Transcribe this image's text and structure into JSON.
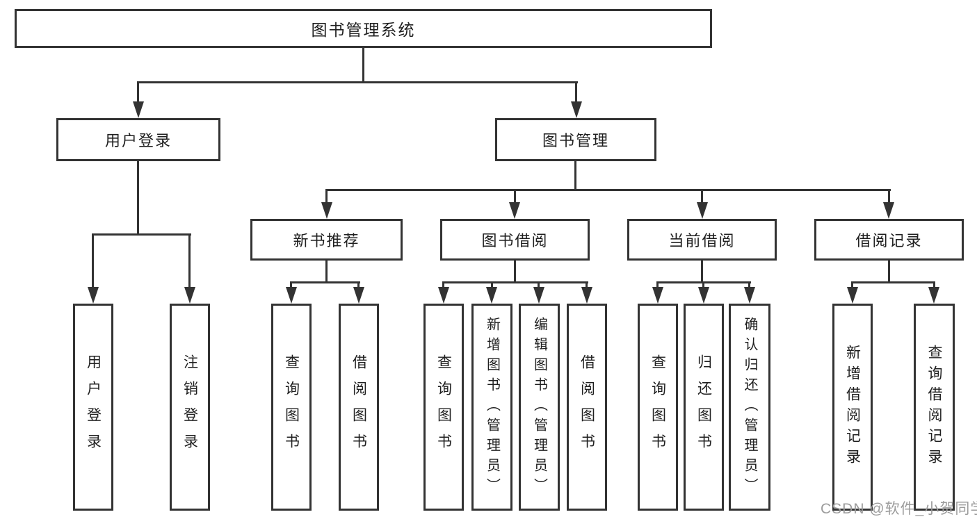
{
  "diagram": {
    "root_label": "图书管理系统",
    "branches": [
      {
        "label": "用户登录",
        "children": [
          {
            "label": "用户登录"
          },
          {
            "label": "注销登录"
          }
        ]
      },
      {
        "label": "图书管理",
        "children": [
          {
            "label": "新书推荐",
            "children": [
              {
                "label": "查询图书"
              },
              {
                "label": "借阅图书"
              }
            ]
          },
          {
            "label": "图书借阅",
            "children": [
              {
                "label": "查询图书"
              },
              {
                "label": "新增图书（管理员）"
              },
              {
                "label": "编辑图书（管理员）"
              },
              {
                "label": "借阅图书"
              }
            ]
          },
          {
            "label": "当前借阅",
            "children": [
              {
                "label": "查询图书"
              },
              {
                "label": "归还图书"
              },
              {
                "label": "确认归还（管理员）"
              }
            ]
          },
          {
            "label": "借阅记录",
            "children": [
              {
                "label": "新增借阅记录"
              },
              {
                "label": "查询借阅记录"
              }
            ]
          }
        ]
      }
    ]
  },
  "watermark": "CSDN @软件_小贺同学",
  "colors": {
    "line": "#333333",
    "border": "#333333",
    "text": "#1f1f1f",
    "watermark": "#9c9c9c",
    "background": "#ffffff"
  }
}
